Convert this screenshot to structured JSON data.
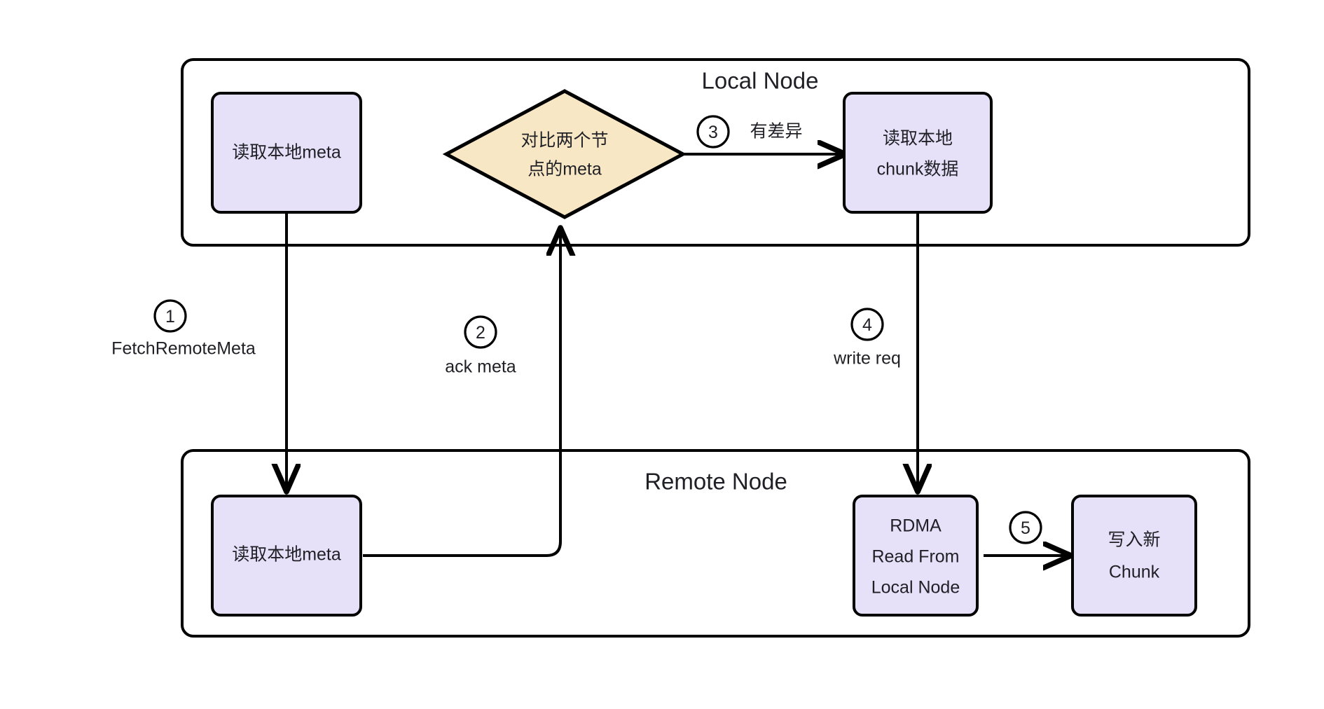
{
  "diagram": {
    "background": "#ffffff",
    "colors": {
      "node_fill": "#e6e0f8",
      "decision_fill": "#f7e7c4",
      "stroke": "#000000",
      "text": "#1f1f26",
      "cluster_fill": "#ffffff"
    },
    "clusters": [
      {
        "id": "local",
        "title": "Local Node"
      },
      {
        "id": "remote",
        "title": "Remote Node"
      }
    ],
    "nodes": [
      {
        "id": "local-read-meta",
        "shape": "rounded-rect",
        "lines": [
          "读取本地meta"
        ]
      },
      {
        "id": "compare-meta",
        "shape": "diamond",
        "lines": [
          "对比两个节",
          "点的meta"
        ]
      },
      {
        "id": "local-read-chunk",
        "shape": "rounded-rect",
        "lines": [
          "读取本地",
          "chunk数据"
        ]
      },
      {
        "id": "remote-read-meta",
        "shape": "rounded-rect",
        "lines": [
          "读取本地meta"
        ]
      },
      {
        "id": "rdma-read",
        "shape": "rounded-rect",
        "lines": [
          "RDMA",
          "Read From",
          "Local Node"
        ]
      },
      {
        "id": "write-chunk",
        "shape": "rounded-rect",
        "lines": [
          "写入新",
          "Chunk"
        ]
      }
    ],
    "edges": [
      {
        "id": "e1",
        "number": "1",
        "label": "FetchRemoteMeta",
        "from": "local-read-meta",
        "to": "remote-read-meta"
      },
      {
        "id": "e2",
        "number": "2",
        "label": "ack meta",
        "from": "remote-read-meta",
        "to": "compare-meta"
      },
      {
        "id": "e3",
        "number": "3",
        "label": "有差异",
        "from": "compare-meta",
        "to": "local-read-chunk"
      },
      {
        "id": "e4",
        "number": "4",
        "label": "write req",
        "from": "local-read-chunk",
        "to": "rdma-read"
      },
      {
        "id": "e5",
        "number": "5",
        "label": "",
        "from": "rdma-read",
        "to": "write-chunk"
      }
    ]
  }
}
